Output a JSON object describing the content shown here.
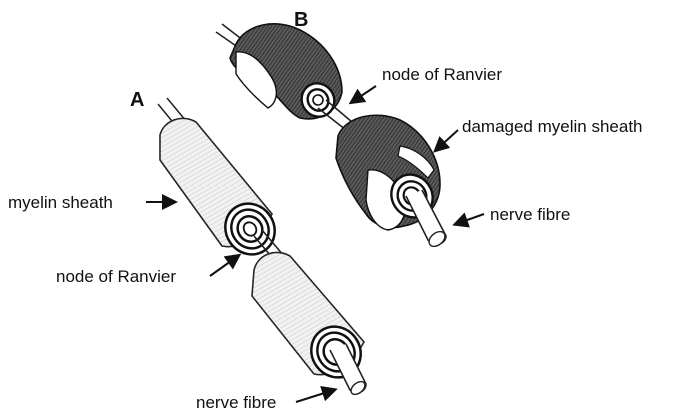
{
  "panels": {
    "a": {
      "letter": "A"
    },
    "b": {
      "letter": "B"
    }
  },
  "labels": {
    "a_myelin_sheath": "myelin sheath",
    "a_node_of_ranvier": "node of Ranvier",
    "a_nerve_fibre": "nerve fibre",
    "b_node_of_ranvier": "node of Ranvier",
    "b_damaged_myelin_sheath": "damaged myelin sheath",
    "b_nerve_fibre": "nerve fibre"
  }
}
